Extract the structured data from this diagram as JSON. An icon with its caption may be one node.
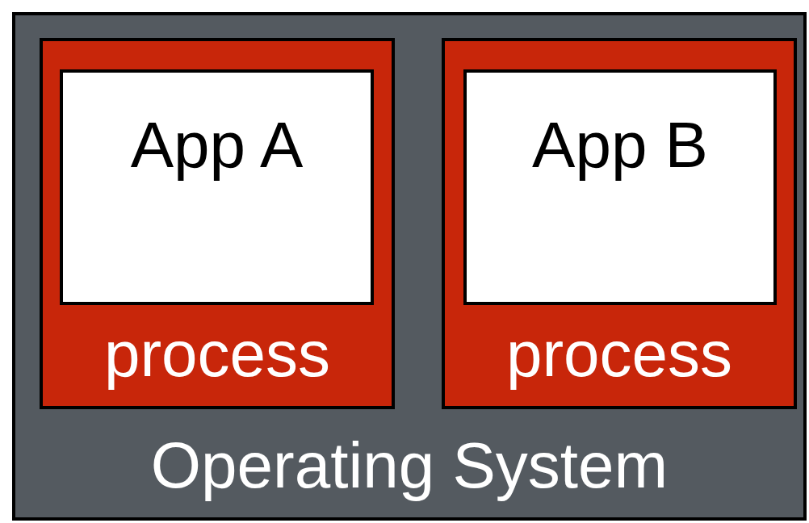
{
  "diagram": {
    "nodes": [
      {
        "text": [
          "Operating System"
        ]
      },
      {
        "text": [
          "process"
        ],
        "in": 0
      },
      {
        "text": [
          "App A"
        ],
        "in": 1
      },
      {
        "text": [
          "process"
        ],
        "in": 0
      },
      {
        "text": [
          "App B"
        ],
        "in": 3
      }
    ]
  }
}
